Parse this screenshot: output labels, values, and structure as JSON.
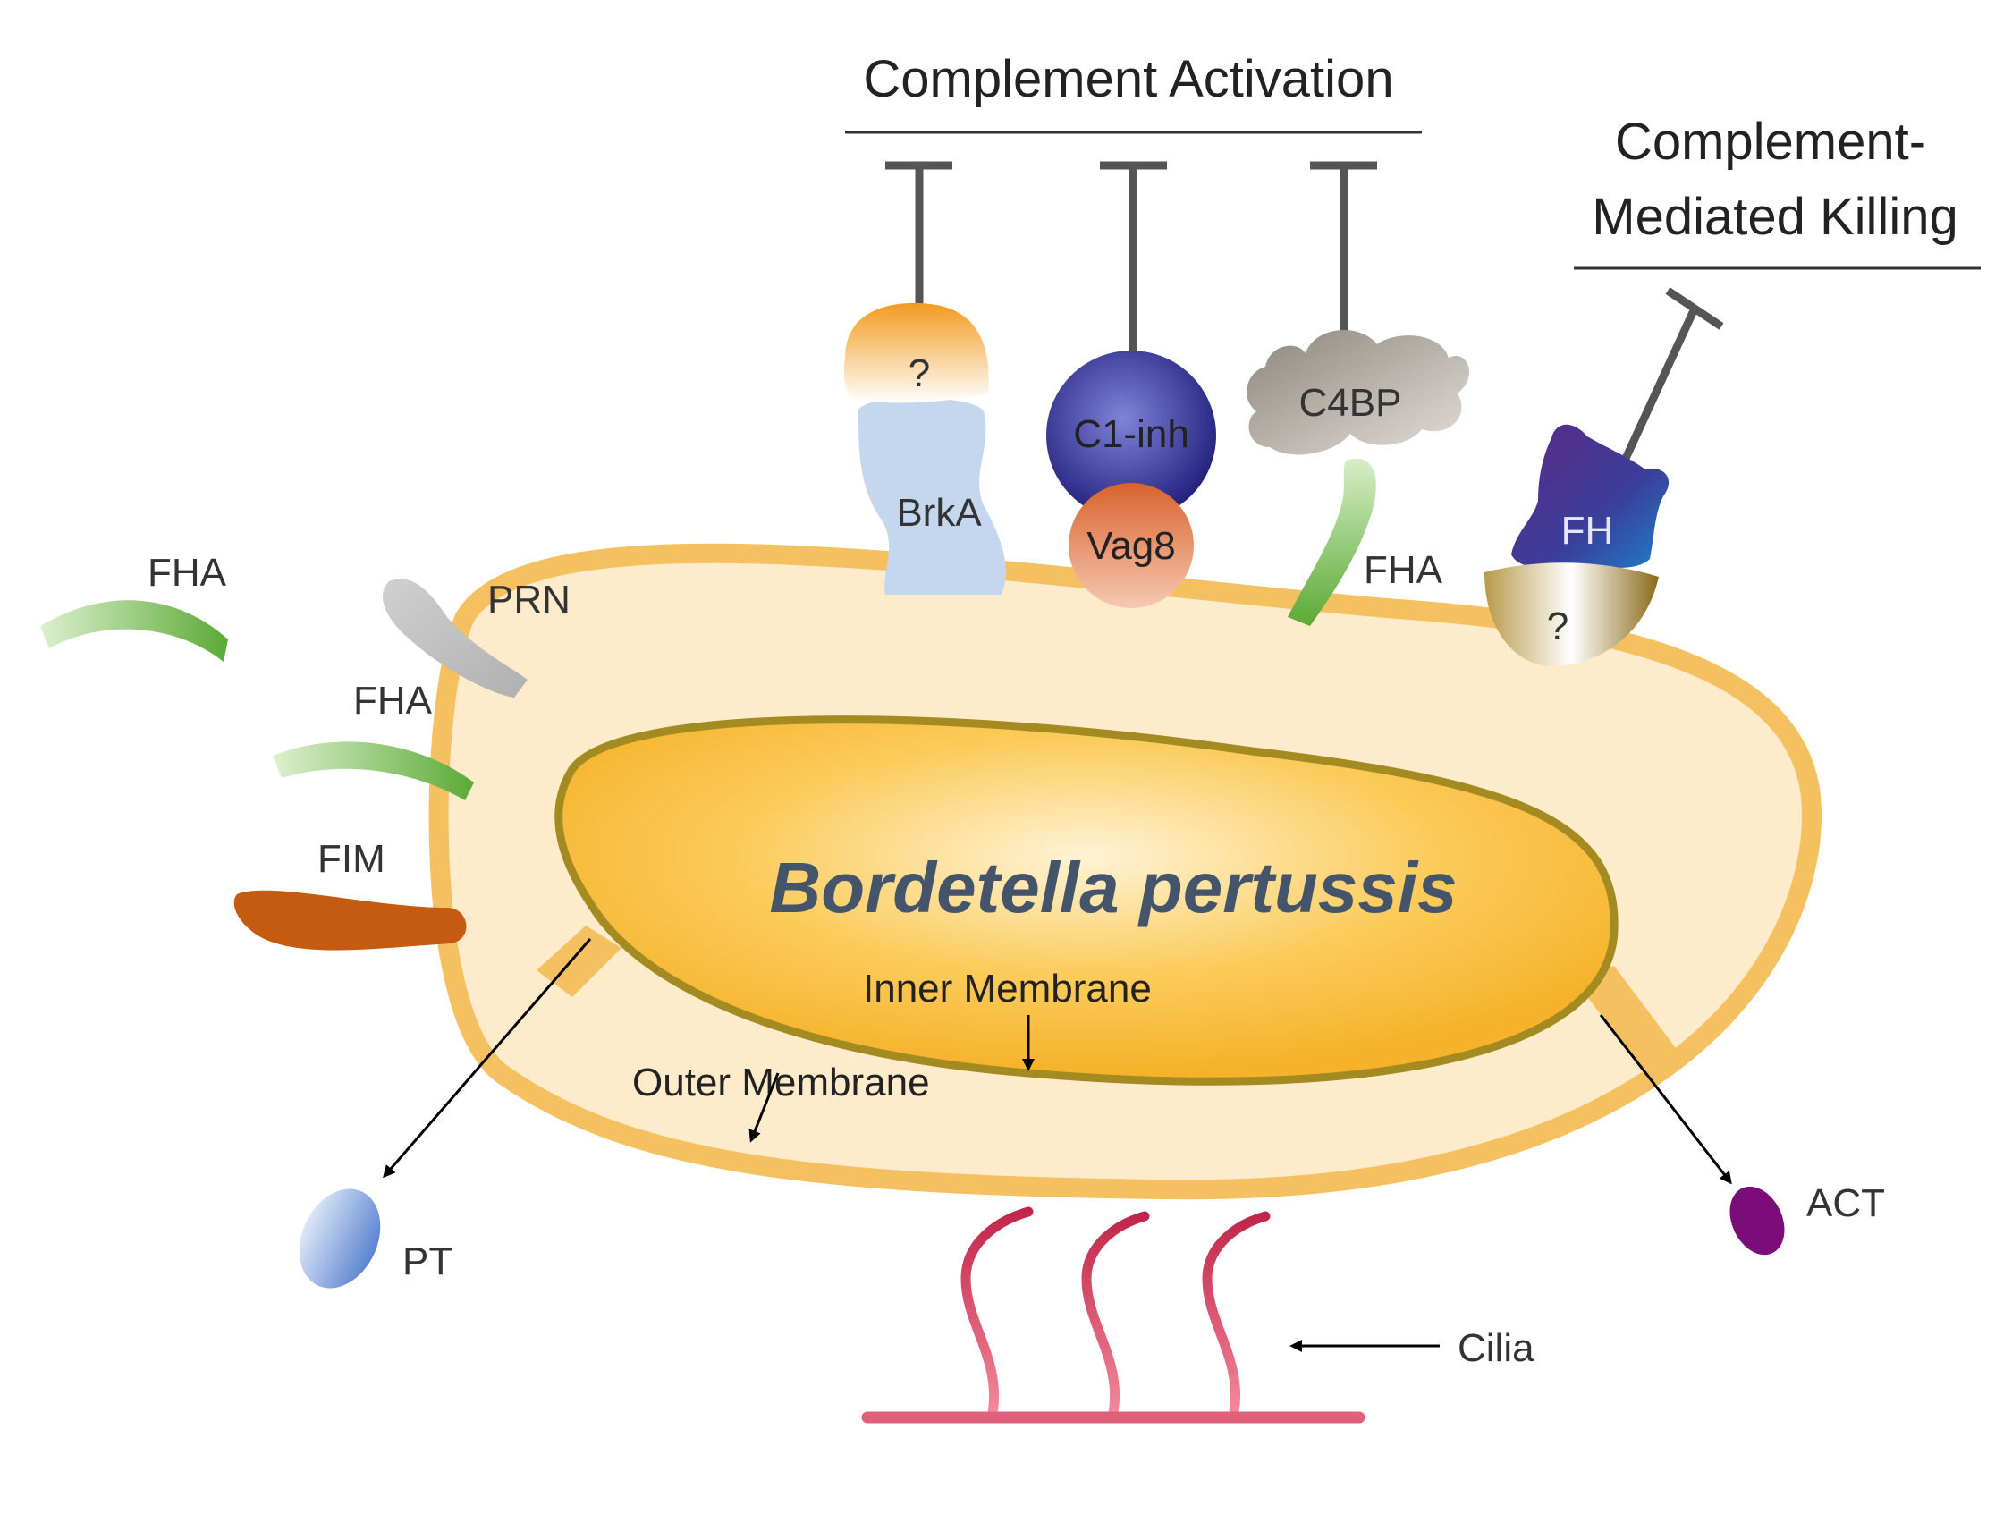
{
  "headers": {
    "complement_activation": "Complement Activation",
    "killing_line1": "Complement-",
    "killing_line2": "Mediated Killing"
  },
  "organism": "Bordetella pertussis",
  "membranes": {
    "inner": "Inner Membrane",
    "outer": "Outer Membrane"
  },
  "proteins": {
    "unknown_top": "?",
    "brka": "BrkA",
    "c1inh": "C1-inh",
    "vag8": "Vag8",
    "c4bp": "C4BP",
    "fha_top": "FHA",
    "fh": "FH",
    "unknown_fh": "?",
    "fha_free": "FHA",
    "prn": "PRN",
    "fha_left": "FHA",
    "fim": "FIM",
    "pt": "PT",
    "act": "ACT",
    "cilia": "Cilia"
  },
  "colors": {
    "outer_cell": "#F5C060",
    "periplasm": "#FDEBCB",
    "inner_cell_edge": "#A38B22",
    "cytoplasm": "#F9BE38",
    "fha": "#6BB53F",
    "prn": "#BFBFBF",
    "fim": "#C55A11",
    "pt": "#5B83D0",
    "act": "#7A0D78",
    "brka": "#C5D7EE",
    "unknown": "#F0A030",
    "c1inh": "#2E2E9A",
    "vag8": "#E07A4A",
    "c4bp": "#A8A29A",
    "fh": "#4A2F8F",
    "cilia": "#E0607A"
  }
}
